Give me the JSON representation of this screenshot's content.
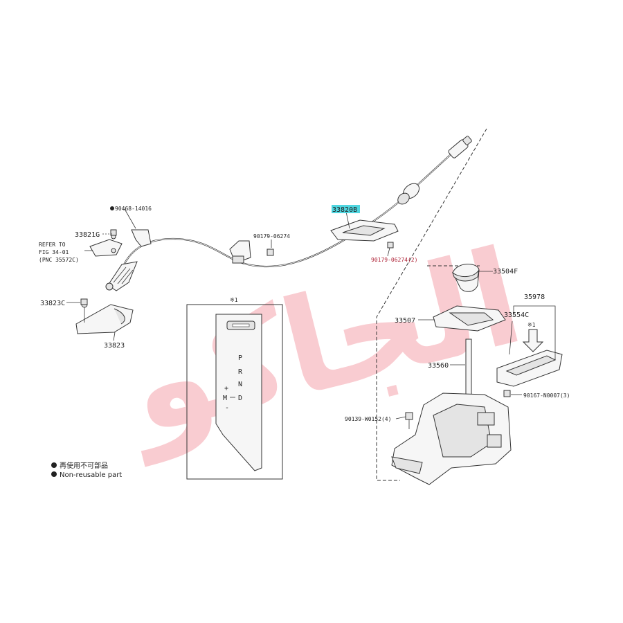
{
  "watermark": {
    "text": "الجاكو",
    "color": "#f5a3ac"
  },
  "parts": {
    "p33820B": "33820B",
    "p90468": "90468-14016",
    "p33821G": "33821G",
    "p90179a": "90179-06274",
    "p90179b": "90179-06274(2)",
    "p33504F": "33504F",
    "p33507": "33507",
    "p33554C": "33554C",
    "p35978": "35978",
    "p33560": "33560",
    "p33823C": "33823C",
    "p33823": "33823",
    "p90139": "90139-W0152(4)",
    "p90167": "90167-N0007(3)"
  },
  "refer": {
    "line1": "REFER TO",
    "line2": "FIG 34-01",
    "line3": "(PNC 35572C)"
  },
  "star_note": "※1",
  "gear_letters": {
    "p": "P",
    "r": "R",
    "n": "N",
    "d": "D",
    "m": "M",
    "plus": "+",
    "minus": "-"
  },
  "legend": {
    "cn": "再使用不可部品",
    "en": "Non-reusable part"
  },
  "highlight_color": "#4fd6e0"
}
